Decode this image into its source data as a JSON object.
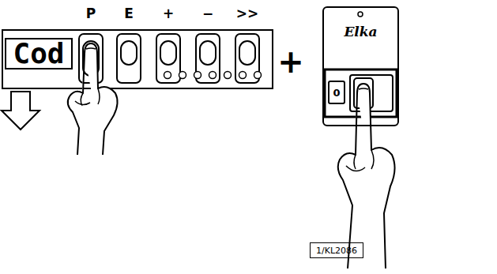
{
  "diagram": {
    "nodes": [
      {
        "text": [
          "Cod"
        ]
      },
      {
        "text": [
          "Elka"
        ]
      },
      {
        "text": [
          "0"
        ],
        "in": 1
      },
      {
        "text": [
          "1/KL2086"
        ]
      }
    ],
    "labels": [
      "P",
      "E",
      "+",
      "−",
      ">>",
      "+"
    ]
  }
}
